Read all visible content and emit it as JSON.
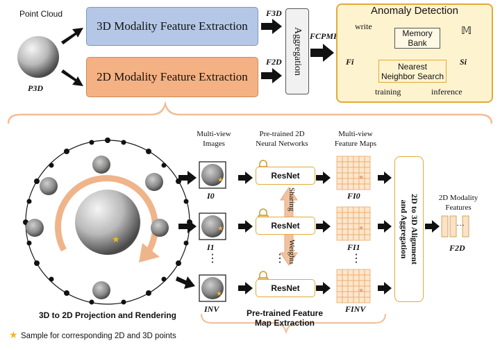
{
  "top": {
    "point_cloud_label": "Point Cloud",
    "p3d_label": "P3D",
    "box3d_label": "3D Modality Feature Extraction",
    "box2d_label": "2D Modality Feature Extraction",
    "f3d_label": "F3D",
    "f2d_label": "F2D",
    "aggregation_label": "Aggregation",
    "fcpmf_label": "FCPMF",
    "colors": {
      "box3d": "#b4c7e7",
      "box2d": "#f4b183",
      "anomaly_bg": "#fdf3cf",
      "anomaly_border": "#e2a93a",
      "accent": "#f4a460"
    }
  },
  "anomaly": {
    "title": "Anomaly Detection",
    "write_label": "write",
    "memory_bank_label": "Memory Bank",
    "m_symbol": "𝕄",
    "fi_label": "Fi",
    "nn_label_line1": "Nearest",
    "nn_label_line2": "Neighbor Search",
    "si_label": "Si",
    "legend_training": "training",
    "legend_inference": "inference"
  },
  "bottom": {
    "projection_title": "3D to 2D Projection and Rendering",
    "sample_legend": "Sample for corresponding 2D and 3D points",
    "multiview_images_line1": "Multi-view",
    "multiview_images_line2": "Images",
    "pretrained_line1": "Pre-trained 2D",
    "pretrained_line2": "Neural Networks",
    "feature_maps_line1": "Multi-view",
    "feature_maps_line2": "Feature Maps",
    "resnet_label": "ResNet",
    "sharing_label": "Sharing",
    "weights_label": "Weights",
    "i0": "I0",
    "i1": "I1",
    "inv": "INV",
    "fi0": "FI0",
    "fi1": "FI1",
    "finv": "FINV",
    "ellipsis": "⋮",
    "alignment_label_line1": "2D to 3D Alignment",
    "alignment_label_line2": "and Aggregation",
    "modality_features_line1": "2D Modality",
    "modality_features_line2": "Features",
    "f2d_out": "F2D",
    "extraction_title_line1": "Pre-trained Feature",
    "extraction_title_line2": "Map Extraction"
  }
}
